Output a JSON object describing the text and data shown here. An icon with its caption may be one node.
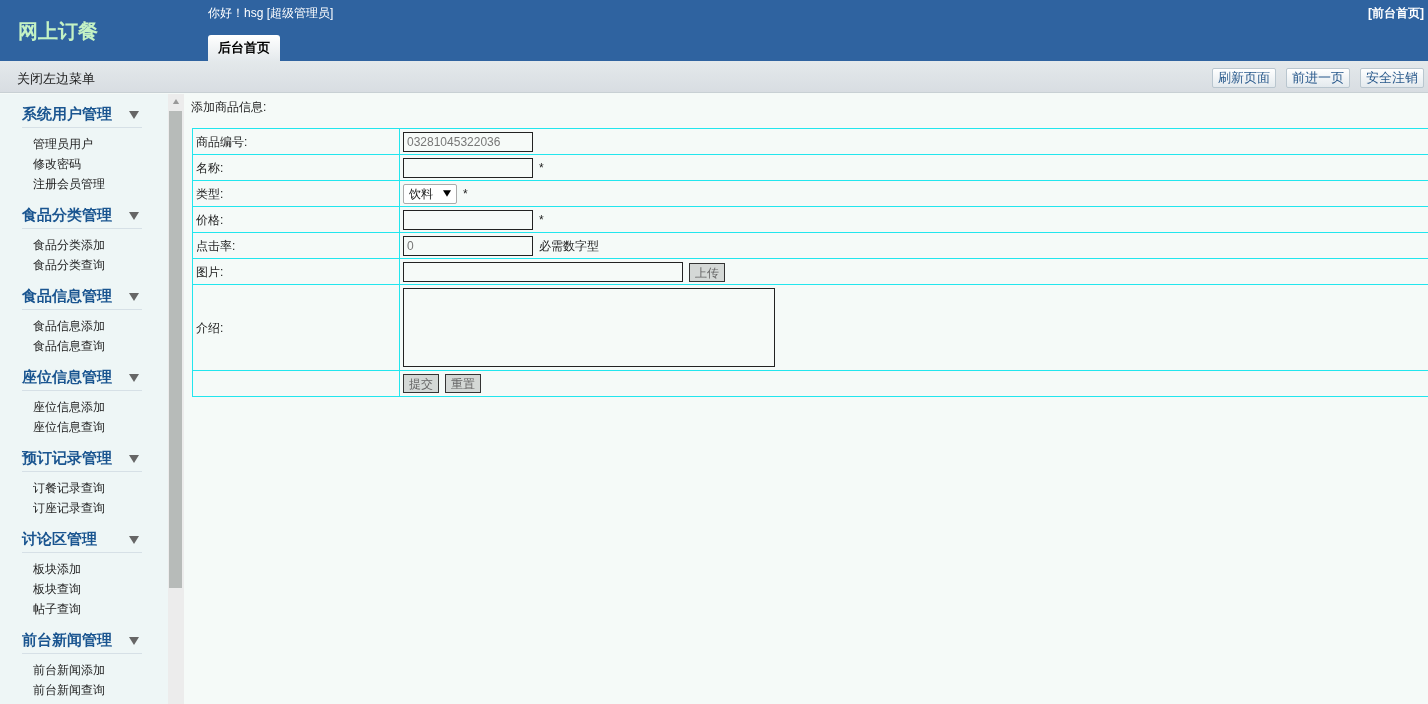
{
  "diagram": {
    "labels": [
      "网上订餐",
      "你好！hsg [超级管理员]",
      "后台首页",
      "[前台首页]",
      "关闭左边菜单",
      "刷新页面",
      "前进一页",
      "安全注销",
      "系统用户管理",
      "管理员用户",
      "修改密码",
      "注册会员管理",
      "食品分类管理",
      "食品分类添加",
      "食品分类查询",
      "食品信息管理",
      "食品信息添加",
      "食品信息查询",
      "座位信息管理",
      "座位信息添加",
      "座位信息查询",
      "预订记录管理",
      "订餐记录查询",
      "订座记录查询",
      "讨论区管理",
      "板块添加",
      "板块查询",
      "帖子查询",
      "前台新闻管理",
      "前台新闻添加",
      "前台新闻查询",
      "添加商品信息:",
      "商品编号:",
      "03281045322036",
      "名称:",
      "*",
      "类型:",
      "饮料",
      "*",
      "价格:",
      "*",
      "点击率:",
      "0",
      "必需数字型",
      "图片:",
      "上传",
      "介绍:",
      "提交",
      "重置"
    ]
  }
}
